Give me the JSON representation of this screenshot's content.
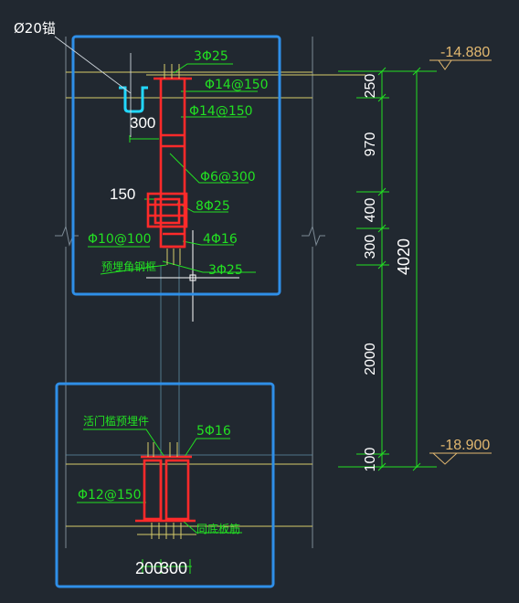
{
  "colors": {
    "background": "#212830",
    "frame_blue": "#2f8fe8",
    "rebar_red": "#ff2a2a",
    "dimension_green": "#22e022",
    "hatch_yellow": "#d6cc6a",
    "text_white": "#ffffff",
    "level_orange": "#e2b870",
    "hook_cyan": "#22d8ff",
    "grid_line": "#7d8a95"
  },
  "labels": {
    "anchor_rod": "Ø20锚",
    "top_bars": "3Φ25",
    "stirrup_top": "Φ14@150",
    "stirrup_mid": "Φ14@150",
    "tie": "Φ6@300",
    "mid_bars": "8Φ25",
    "side_bars": "4Φ16",
    "bottom_bars": "3Φ25",
    "stirrup_10": "Φ10@100",
    "embedded_angle_frame": "预埋角钢框",
    "dim_300": "300",
    "dim_150": "150",
    "gate_embed": "活门槛预埋件",
    "sill_bars": "5Φ16",
    "stirrup_12": "Φ12@150",
    "bottom_slab_bars": "同底板筋",
    "dim_200": "200",
    "dim_300b": "300"
  },
  "dimensions": {
    "d250": "250",
    "d970": "970",
    "d400": "400",
    "d300": "300",
    "d2000": "2000",
    "d100": "100",
    "total": "4020"
  },
  "levels": {
    "top": "-14.880",
    "bottom": "-18.900"
  }
}
